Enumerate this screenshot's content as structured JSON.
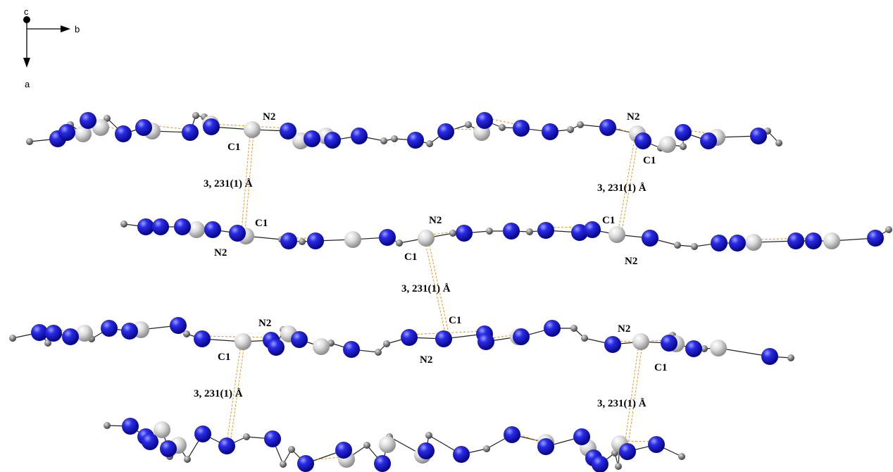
{
  "axes": {
    "a": "a",
    "b": "b",
    "c": "c"
  },
  "atom_labels": {
    "n2": "N2",
    "c1": "C1"
  },
  "distance": "3, 231(1) Å",
  "colors": {
    "nitrogen": "#1515d8",
    "carbon": "#d4d4d4",
    "hydrogen": "#8a8a8a",
    "bond": "#222222",
    "hbond": "#e39a2a",
    "background": "#ffffff"
  }
}
